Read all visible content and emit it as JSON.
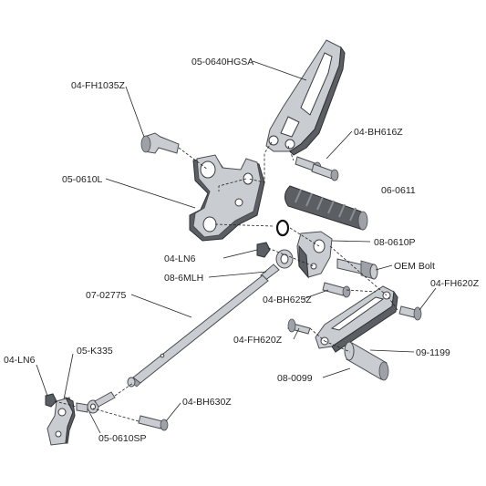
{
  "parts": [
    {
      "id": "p1",
      "label": "05-0640HGSA"
    },
    {
      "id": "p2",
      "label": "04-FH1035Z"
    },
    {
      "id": "p3",
      "label": "04-BH616Z"
    },
    {
      "id": "p4",
      "label": "05-0610L"
    },
    {
      "id": "p5",
      "label": "06-0611"
    },
    {
      "id": "p6",
      "label": "08-0610P"
    },
    {
      "id": "p7",
      "label": "04-LN6"
    },
    {
      "id": "p8",
      "label": "OEM Bolt"
    },
    {
      "id": "p9",
      "label": "08-6MLH"
    },
    {
      "id": "p10",
      "label": "04-FH620Z"
    },
    {
      "id": "p11",
      "label": "07-02775"
    },
    {
      "id": "p12",
      "label": "04-BH625Z"
    },
    {
      "id": "p13",
      "label": "04-FH620Z"
    },
    {
      "id": "p14",
      "label": "09-1199"
    },
    {
      "id": "p15",
      "label": "04-LN6"
    },
    {
      "id": "p16",
      "label": "05-K335"
    },
    {
      "id": "p17",
      "label": "08-0099"
    },
    {
      "id": "p18",
      "label": "04-BH630Z"
    },
    {
      "id": "p19",
      "label": "05-0610SP"
    }
  ]
}
